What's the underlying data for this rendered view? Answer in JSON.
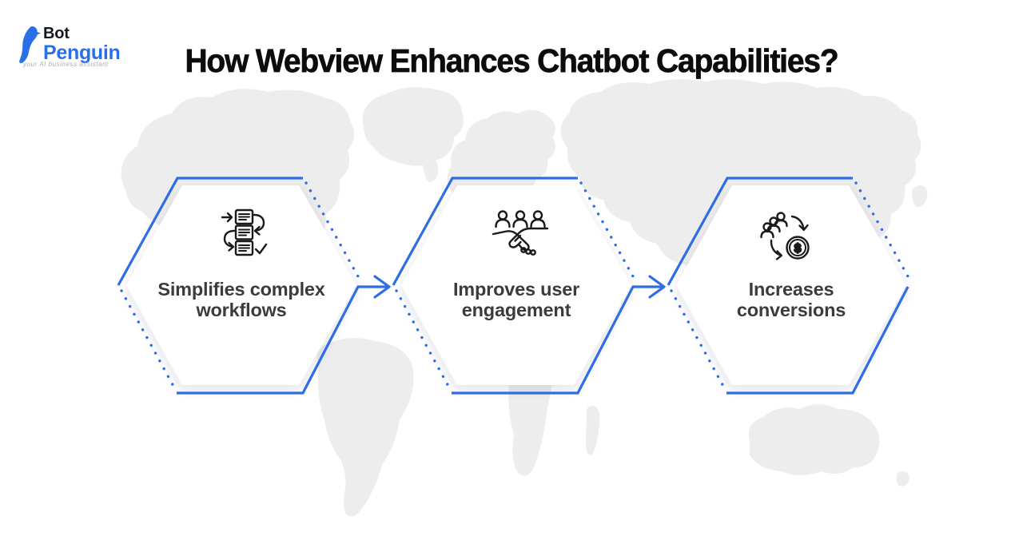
{
  "logo": {
    "brand_top": "Bot",
    "brand_bottom": "Penguin",
    "tagline": "your AI business assistant",
    "penguin_icon": "penguin-icon"
  },
  "header": {
    "title": "How Webview Enhances Chatbot Capabilities?"
  },
  "colors": {
    "accent_blue": "#2e6de4",
    "logo_blue": "#2970e8",
    "title_black": "#0c0c0c",
    "label_gray": "#3b3b3b",
    "icon_black": "#1a1a1a",
    "map_gray": "#ededed",
    "hexagon_fill": "#ffffff"
  },
  "steps": [
    {
      "icon": "workflow-documents-icon",
      "label_line1": "Simplifies complex",
      "label_line2": "workflows"
    },
    {
      "icon": "handshake-users-icon",
      "label_line1": "Improves user",
      "label_line2": "engagement"
    },
    {
      "icon": "people-to-money-conversion-icon",
      "label_line1": "Increases",
      "label_line2": "conversions",
      "coin_symbol": "$"
    }
  ],
  "connectors": [
    "arrow-right",
    "arrow-right"
  ]
}
